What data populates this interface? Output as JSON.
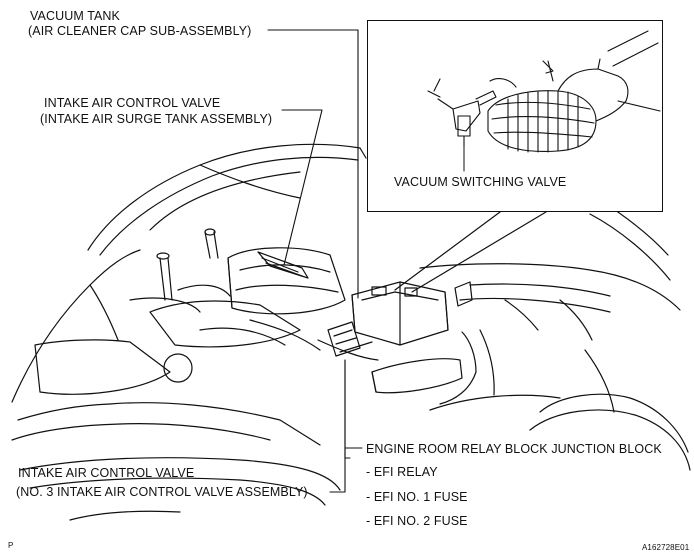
{
  "labels": {
    "vacuum_tank": "VACUUM TANK",
    "vacuum_tank_sub": "(AIR CLEANER CAP SUB-ASSEMBLY)",
    "iacv_1": "INTAKE AIR CONTROL VALVE",
    "iacv_1_sub": "(INTAKE AIR SURGE TANK ASSEMBLY)",
    "vsv": "VACUUM SWITCHING VALVE",
    "relay_block": "ENGINE ROOM RELAY BLOCK JUNCTION BLOCK",
    "efi_relay": "- EFI RELAY",
    "efi_fuse_1": "- EFI NO. 1 FUSE",
    "efi_fuse_2": "- EFI NO. 2 FUSE",
    "iacv_2": "INTAKE AIR CONTROL VALVE",
    "iacv_2_sub": "(NO. 3 INTAKE AIR CONTROL VALVE ASSEMBLY)",
    "corner_p": "P",
    "figure_id": "A162728E01"
  },
  "colors": {
    "line": "#111111",
    "background": "#ffffff"
  }
}
